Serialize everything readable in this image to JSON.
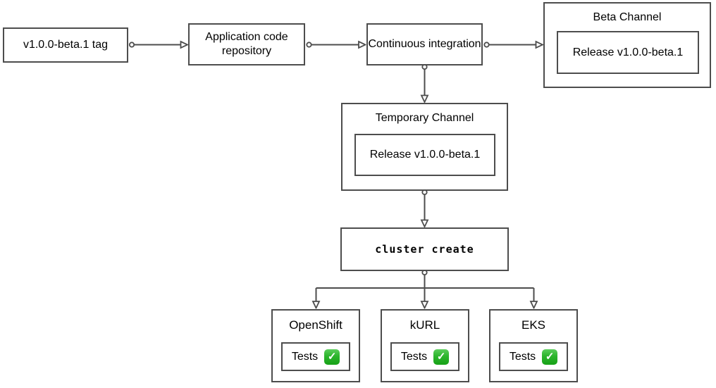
{
  "diagram": {
    "title": "release-pipeline-flow",
    "colors": {
      "node_border": "#4d4d4d",
      "connector": "#4d4d4d",
      "background": "#ffffff",
      "text": "#000000",
      "check_green": "#2cb52c",
      "check_mark_white": "#ffffff"
    },
    "tag_node": {
      "label": "v1.0.0-beta.1 tag"
    },
    "repo_node": {
      "label": "Application code repository"
    },
    "ci_node": {
      "label": "Continuous integration"
    },
    "beta_channel": {
      "title": "Beta Channel",
      "release_label": "Release v1.0.0-beta.1"
    },
    "temporary_channel": {
      "title": "Temporary Channel",
      "release_label": "Release v1.0.0-beta.1"
    },
    "cluster_create_node": {
      "label": "cluster create"
    },
    "platforms": [
      {
        "title": "OpenShift",
        "tests_label": "Tests",
        "status": "passed",
        "status_icon": "check-mark-button-emoji",
        "icon_char": "✓"
      },
      {
        "title": "kURL",
        "tests_label": "Tests",
        "status": "passed",
        "status_icon": "check-mark-button-emoji",
        "icon_char": "✓"
      },
      {
        "title": "EKS",
        "tests_label": "Tests",
        "status": "passed",
        "status_icon": "check-mark-button-emoji",
        "icon_char": "✓"
      }
    ],
    "edges": [
      {
        "from": "v1.0.0-beta.1 tag",
        "to": "Application code repository"
      },
      {
        "from": "Application code repository",
        "to": "Continuous integration"
      },
      {
        "from": "Continuous integration",
        "to": "Beta Channel"
      },
      {
        "from": "Continuous integration",
        "to": "Temporary Channel"
      },
      {
        "from": "Temporary Channel",
        "to": "cluster create"
      },
      {
        "from": "cluster create",
        "to": "OpenShift"
      },
      {
        "from": "cluster create",
        "to": "kURL"
      },
      {
        "from": "cluster create",
        "to": "EKS"
      }
    ]
  }
}
